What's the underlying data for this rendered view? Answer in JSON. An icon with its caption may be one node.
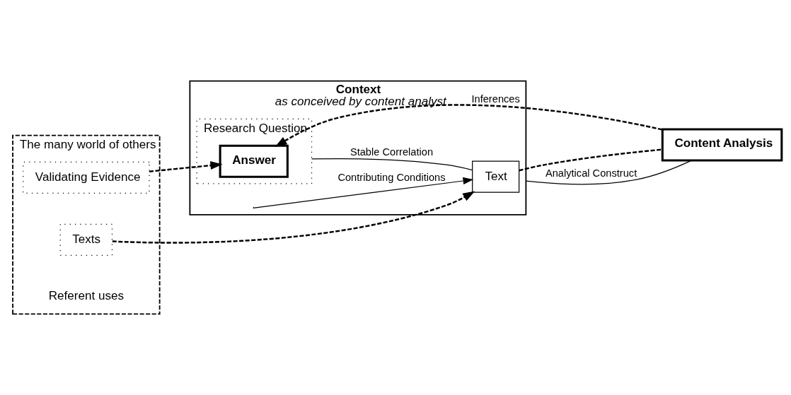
{
  "diagram": {
    "nodes": [
      {
        "text": [
          "The many world of others"
        ]
      },
      {
        "text": [
          "Validating Evidence"
        ],
        "in": 0
      },
      {
        "text": [
          "Texts"
        ],
        "in": 0,
        "beside": [
          "Referent uses"
        ]
      },
      {
        "text": [
          "Context",
          "as conceived by content analyst"
        ]
      },
      {
        "text": [
          "Research Question"
        ],
        "in": 3
      },
      {
        "text": [
          "Answer"
        ],
        "in": 4
      },
      {
        "text": [
          "Text"
        ],
        "in": 3
      },
      {
        "text": [
          "Content Analysis"
        ]
      }
    ],
    "edges": [
      {
        "from": 1,
        "to": 5,
        "arrow": "to",
        "style": "dashed"
      },
      {
        "from": 7,
        "to": 5,
        "arrow": "to",
        "style": "dashed",
        "label": "Inferences"
      },
      {
        "from": 2,
        "to": 6,
        "arrow": "to",
        "style": "dashed"
      },
      {
        "from": 6,
        "to": 7,
        "arrow": "none",
        "style": "dashed"
      },
      {
        "from": 4,
        "to": 6,
        "arrow": "none",
        "label": "Stable Correlation"
      },
      {
        "from": null,
        "to": 6,
        "arrow": "to",
        "label": "Contributing Conditions"
      },
      {
        "from": 7,
        "to": 3,
        "arrow": "none",
        "label": "Analytical Construct"
      }
    ]
  }
}
